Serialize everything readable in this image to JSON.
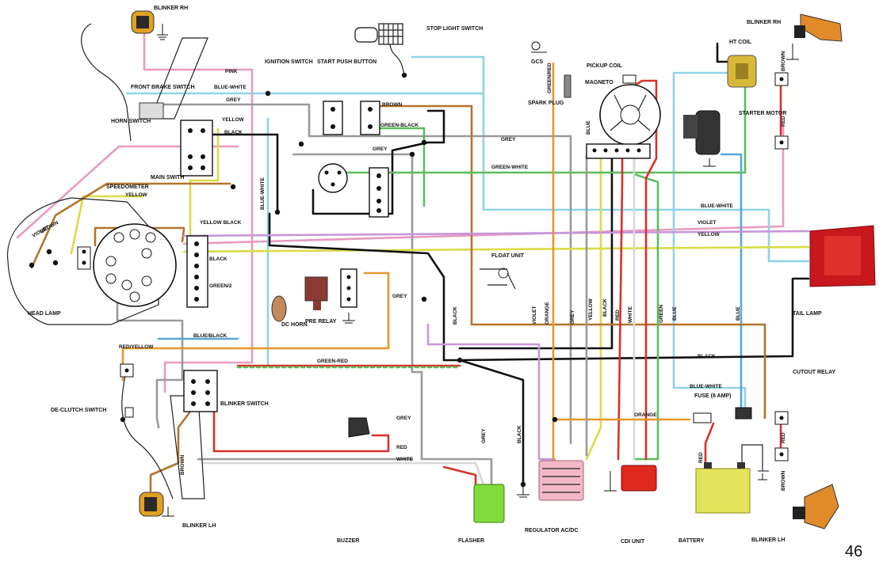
{
  "page_number": "46",
  "components": {
    "blinker_rh_top": "BLINKER RH",
    "blinker_rh_right": "BLINKER RH",
    "front_brake_switch": "FRONT BRAKE SWITCH",
    "horn_switch": "HORN SWITCH",
    "ignition_switch": "IGNITION SWITCH",
    "start_push_button": "START PUSH BUTTON",
    "stop_light_switch": "STOP LIGHT SWITCH",
    "gcs": "GCS",
    "spark_plug": "SPARK PLUG",
    "pickup_coil": "PICKUP COIL",
    "magneto": "MAGNETO",
    "ht_coil": "HT COIL",
    "starter_motor": "STARTER MOTOR",
    "speedometer": "SPEEDOMETER",
    "main_switch": "MAIN SWITH",
    "head_lamp": "HEAD LAMP",
    "dc_horn": "DC HORN",
    "pre_relay": "PRE RELAY",
    "float_unit": "FLOAT UNIT",
    "tail_lamp": "TAIL LAMP",
    "de_clutch_switch": "DE-CLUTCH SWITCH",
    "blinker_switch": "BLINKER SWITCH",
    "blinker_lh_left": "BLINKER LH",
    "blinker_lh_right": "BLINKER LH",
    "buzzer": "BUZZER",
    "flasher": "FLASHER",
    "regulator": "REGULATOR AC/DC",
    "cdi_unit": "CDI UNIT",
    "battery": "BATTERY",
    "fuse": "FUSE (8 AMP)",
    "cutout_relay": "CUTOUT RELAY"
  },
  "wires": {
    "pink": "PINK",
    "blue_white": "BLUE-WHITE",
    "grey": "GREY",
    "yellow": "YELLOW",
    "black": "BLACK",
    "brown": "BROWN",
    "green_black": "GREEN-BLACK",
    "green_white": "GREEN-WHITE",
    "violet": "VIOLET",
    "green_red": "GREEN-RED",
    "red": "RED",
    "white": "WHITE",
    "orange": "ORANGE",
    "green": "GREEN",
    "blue": "BLUE",
    "red_yellow": "RED/YELLOW",
    "blue_black": "BLUE/BLACK",
    "yellow_black": "YELLOW BLACK",
    "green2": "GREEN/2",
    "grey_top": "GREY",
    "blue_white_2": "BLUE-WHITE",
    "blue_white_3": "BLUE-WHITE",
    "black_2": "BLACK",
    "grey_2": "GREY",
    "grey_3": "GREY",
    "black_v": "BLACK",
    "grey_v": "GREY",
    "yellow_v": "YELLOW",
    "black_v2": "BLACK",
    "red_v": "RED",
    "white_v": "WHITE",
    "green_v": "GREEN",
    "blue_v": "BLUE",
    "violet_v": "VIOLET",
    "orange_v": "ORANGE",
    "blue_v2": "BLUE",
    "green_red_v": "GREEN/RED",
    "blue_top": "BLUE",
    "brown_r": "BROWN",
    "red_r": "RED",
    "red_batt": "RED",
    "red_r2": "RED",
    "brown_r2": "BROWN",
    "brown_lh": "BROWN",
    "black_v3": "BLACK",
    "grey_v2": "GREY",
    "blue_white_v": "BLUE-WHITE",
    "brown_v": "BROWN",
    "yellow_2": "YELLOW",
    "violet_2": "VIOLET",
    "brown_2": "BROWN",
    "black_3": "BLACK",
    "orange_2": "ORANGE"
  },
  "colors": {
    "pink": "#e99ac0",
    "lightblue": "#8fd3ea",
    "grey": "#9a9a9a",
    "yellow": "#d8dc45",
    "black": "#111111",
    "brown": "#b5742a",
    "green": "#5bbd5b",
    "violet": "#c796d8",
    "red": "#d8322a",
    "orange": "#e6962a",
    "blue": "#55a8d8",
    "tail_lamp": "#c8181e",
    "flasher": "#7fdc3a",
    "battery": "#e4e45a",
    "cdi": "#e0281e",
    "regulator": "#f3b8c8"
  }
}
